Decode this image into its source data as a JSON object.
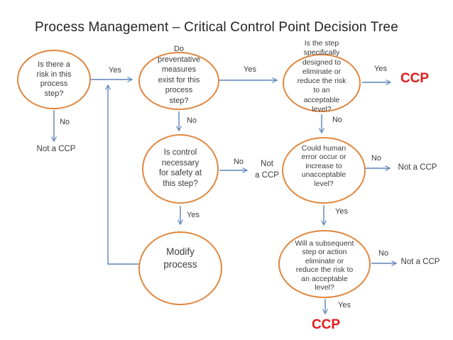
{
  "colors": {
    "node-stroke": "#E0873F",
    "arrow": "#5B84B8",
    "text": "#3B3B3B",
    "title": "#252525",
    "ccp-red": "#E21B1B"
  },
  "title": "Process Management – Critical Control Point Decision Tree",
  "nodes": {
    "risk": "Is there a\nrisk in this\nprocess\nstep?",
    "preventative": "Do\npreventative\nmeasures\nexist for this\nprocess\nstep?",
    "designed": "Is the step\nspecifically\ndesigned to\neliminate or\nreduce the risk\nto an\nacceptable\nlevel?",
    "control": "Is control\nnecessary\nfor safety at\nthis step?",
    "human_error": "Could human\nerror occur or\nincrease to\nunacceptable\nlevel?",
    "modify": "Modify\nprocess",
    "subsequent": "Will a subsequent\nstep or action\neliminate or\nreduce the risk to\nan acceptable\nlevel?"
  },
  "labels": {
    "yes": "Yes",
    "no": "No"
  },
  "outcomes": {
    "ccp": "CCP",
    "not_a_ccp": "Not a CCP",
    "not_a_ccp_wrapped": "Not\na CCP"
  }
}
